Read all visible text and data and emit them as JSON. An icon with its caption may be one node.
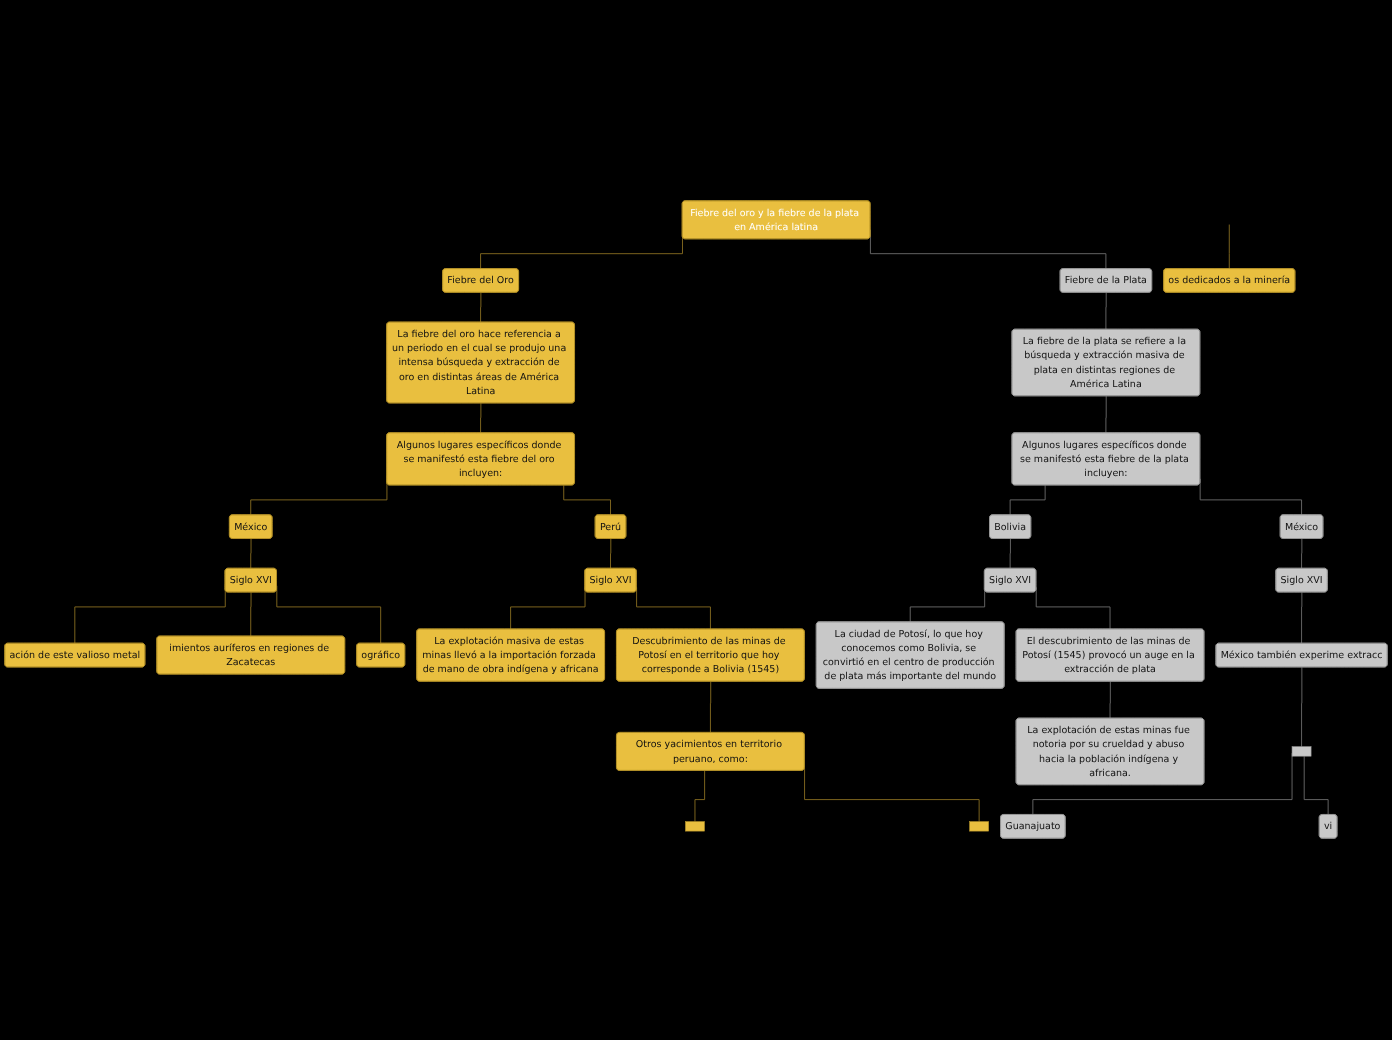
{
  "diagram": {
    "nodes": [
      {
        "text": [
          "Fiebre del oro y la fiebre de la plata en América latina"
        ]
      },
      {
        "text": [
          "Fiebre del Oro"
        ]
      },
      {
        "text": [
          "La fiebre del oro hace referencia a un periodo en el cual se produjo una intensa búsqueda y extracción de oro en distintas áreas de América Latina"
        ]
      },
      {
        "text": [
          "Algunos lugares específicos donde se manifestó esta fiebre del oro incluyen:"
        ]
      },
      {
        "text": [
          "México"
        ]
      },
      {
        "text": [
          "Perú"
        ]
      },
      {
        "text": [
          "Siglo XVI"
        ]
      },
      {
        "text": [
          "ación de este valioso metal"
        ]
      },
      {
        "text": [
          "imientos auríferos en regiones de Zacatecas"
        ]
      },
      {
        "text": [
          "ográfico"
        ]
      },
      {
        "text": [
          "os dedicados a la minería"
        ]
      },
      {
        "text": [
          "Siglo XVI"
        ]
      },
      {
        "text": [
          "La explotación masiva de estas minas llevó a la importación forzada de mano de obra indígena y africana"
        ]
      },
      {
        "text": [
          "Descubrimiento de las minas de Potosí en el territorio que hoy corresponde a Bolivia (1545)"
        ]
      },
      {
        "text": [
          "Otros yacimientos en territorio peruano, como:"
        ]
      },
      {
        "text": [],
        "shape": "box"
      },
      {
        "text": [],
        "shape": "box"
      },
      {
        "text": [
          "Fiebre de la Plata"
        ]
      },
      {
        "text": [
          "La fiebre de la plata se refiere a la búsqueda y extracción masiva de plata en distintas regiones de América Latina"
        ]
      },
      {
        "text": [
          "Algunos lugares específicos donde se manifestó esta fiebre de la plata incluyen:"
        ]
      },
      {
        "text": [
          "Bolivia"
        ]
      },
      {
        "text": [
          "México"
        ]
      },
      {
        "text": [
          "Siglo XVI"
        ]
      },
      {
        "text": [
          "Siglo XVI"
        ]
      },
      {
        "text": [
          "La ciudad de Potosí, lo que hoy conocemos como Bolivia, se convirtió en el centro de producción de plata más importante del mundo"
        ]
      },
      {
        "text": [
          "El descubrimiento de las minas de Potosí (1545) provocó un auge en la extracción de plata"
        ]
      },
      {
        "text": [
          "La explotación de estas minas fue notoria por su crueldad y abuso hacia la población indígena y africana."
        ]
      },
      {
        "text": [
          "México también experime extracc"
        ]
      },
      {
        "text": [],
        "shape": "box"
      },
      {
        "text": [
          "Guanajuato"
        ]
      },
      {
        "text": [
          "vi"
        ]
      }
    ],
    "edges": [
      {
        "from": 0,
        "to": 1,
        "arrow": "none"
      },
      {
        "from": 0,
        "to": 17,
        "arrow": "none",
        "color": "#6e6e6e"
      },
      {
        "from": 1,
        "to": 2,
        "arrow": "none"
      },
      {
        "from": 2,
        "to": 3,
        "arrow": "none"
      },
      {
        "from": 3,
        "to": 4,
        "arrow": "none"
      },
      {
        "from": 3,
        "to": 5,
        "arrow": "none"
      },
      {
        "from": 4,
        "to": 6,
        "arrow": "none"
      },
      {
        "from": 5,
        "to": 11,
        "arrow": "none"
      },
      {
        "from": 6,
        "to": 7,
        "arrow": "none"
      },
      {
        "from": 6,
        "to": 8,
        "arrow": "none"
      },
      {
        "from": 6,
        "to": 9,
        "arrow": "none"
      },
      {
        "from": null,
        "to": 10,
        "arrow": "none"
      },
      {
        "from": 11,
        "to": 12,
        "arrow": "none"
      },
      {
        "from": 11,
        "to": 13,
        "arrow": "none"
      },
      {
        "from": 13,
        "to": 14,
        "arrow": "none"
      },
      {
        "from": 14,
        "to": 15,
        "arrow": "none"
      },
      {
        "from": 14,
        "to": 16,
        "arrow": "none"
      },
      {
        "from": 17,
        "to": 18,
        "arrow": "none",
        "color": "#6e6e6e"
      },
      {
        "from": 18,
        "to": 19,
        "arrow": "none",
        "color": "#6e6e6e"
      },
      {
        "from": 19,
        "to": 20,
        "arrow": "none",
        "color": "#6e6e6e"
      },
      {
        "from": 19,
        "to": 21,
        "arrow": "none",
        "color": "#6e6e6e"
      },
      {
        "from": 20,
        "to": 22,
        "arrow": "none",
        "color": "#6e6e6e"
      },
      {
        "from": 21,
        "to": 23,
        "arrow": "none",
        "color": "#6e6e6e"
      },
      {
        "from": 22,
        "to": 24,
        "arrow": "none",
        "color": "#6e6e6e"
      },
      {
        "from": 22,
        "to": 25,
        "arrow": "none",
        "color": "#6e6e6e"
      },
      {
        "from": 25,
        "to": 26,
        "arrow": "none",
        "color": "#6e6e6e"
      },
      {
        "from": 23,
        "to": 27,
        "arrow": "none",
        "color": "#6e6e6e"
      },
      {
        "from": 27,
        "to": 28,
        "arrow": "none",
        "color": "#6e6e6e"
      },
      {
        "from": 28,
        "to": 29,
        "arrow": "none",
        "color": "#6e6e6e"
      },
      {
        "from": 28,
        "to": 30,
        "arrow": "none",
        "color": "#6e6e6e"
      }
    ]
  }
}
